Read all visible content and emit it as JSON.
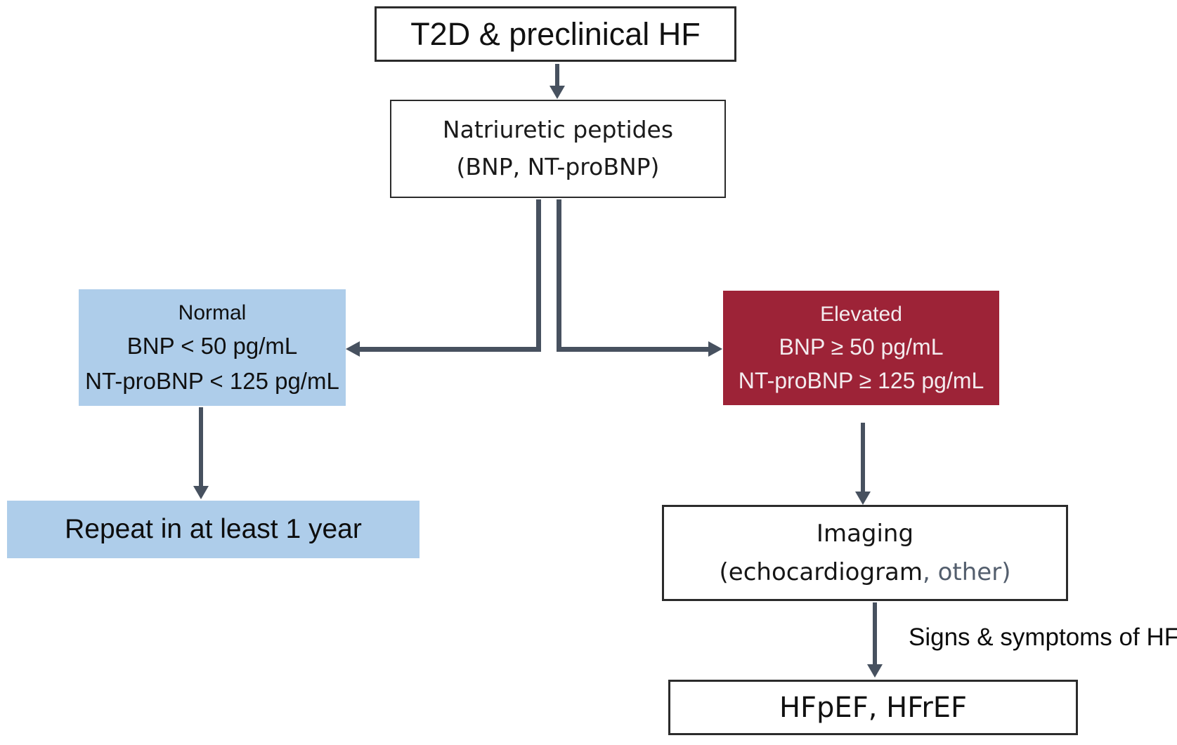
{
  "diagram": {
    "title_box": {
      "label": "T2D & preclinical HF"
    },
    "np_box": {
      "line1": "Natriuretic peptides",
      "line2": "(BNP, NT-proBNP)"
    },
    "normal_box": {
      "line1": "Normal",
      "line2": "BNP < 50 pg/mL",
      "line3": "NT-proBNP < 125 pg/mL"
    },
    "elevated_box": {
      "line1": "Elevated",
      "line2": "BNP ≥ 50 pg/mL",
      "line3": "NT-proBNP ≥ 125 pg/mL"
    },
    "repeat_box": {
      "label": "Repeat in at least 1 year"
    },
    "imaging_box": {
      "line1": "Imaging",
      "line2_main": "(echocardiogram",
      "line2_secondary": ", other)"
    },
    "signs_label": "Signs & symptoms of HF",
    "outcome_box": {
      "label": "HFpEF, HFrEF"
    },
    "colors": {
      "normal_fill": "#aecdea",
      "elevated_fill": "#9d2337",
      "connector": "#47515f",
      "box_border": "#2b2b2b",
      "elevated_text": "#f3ebee"
    }
  }
}
